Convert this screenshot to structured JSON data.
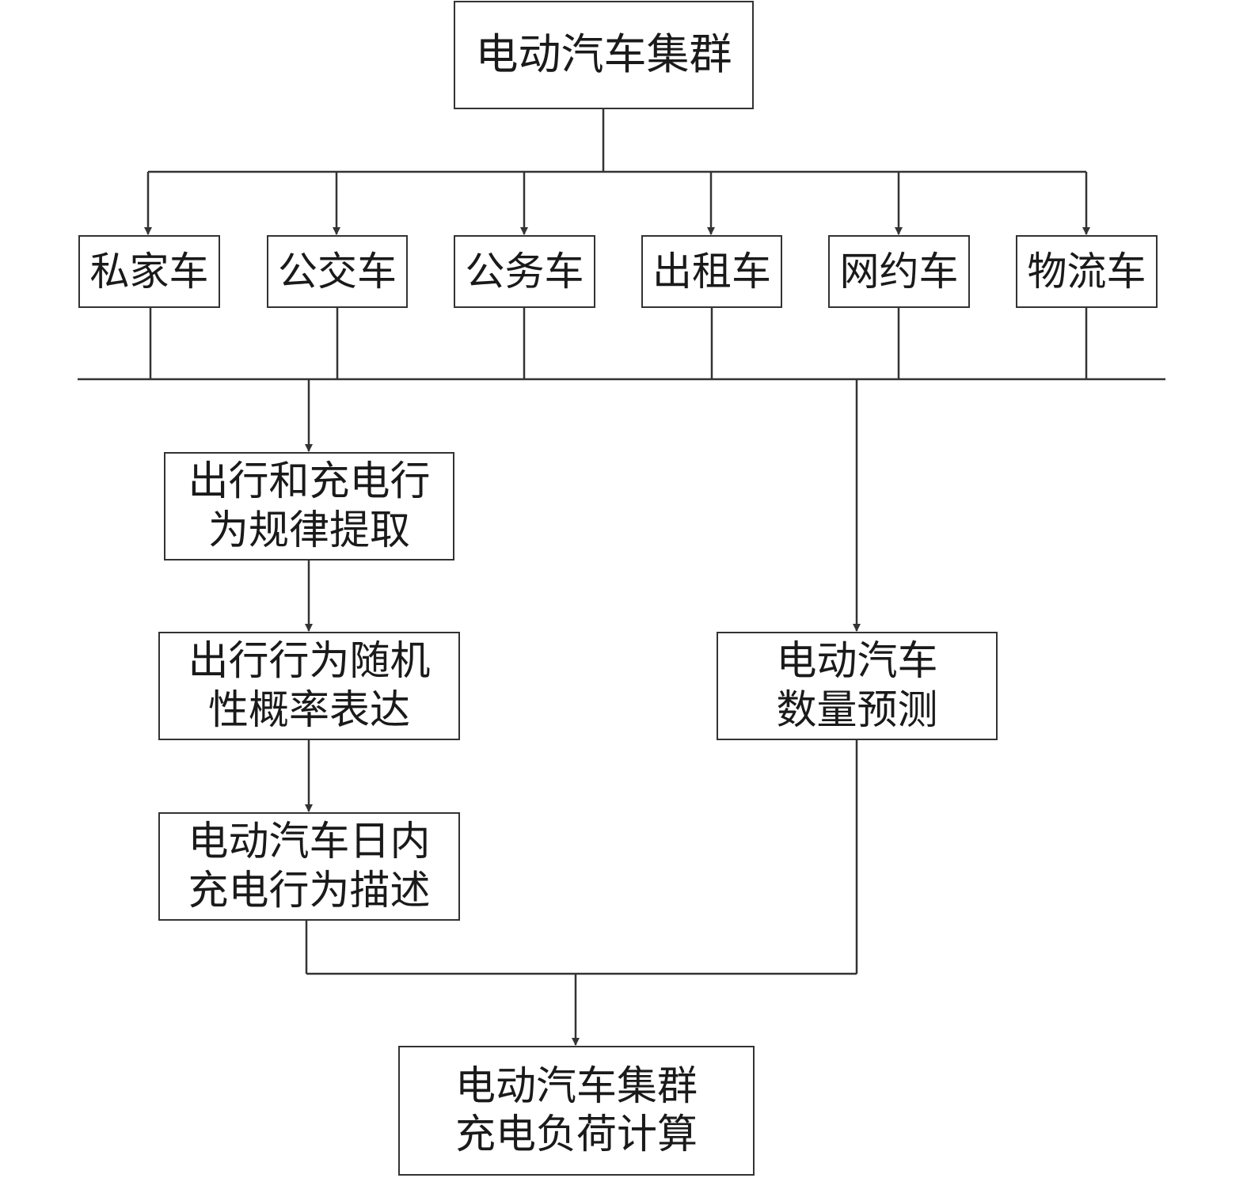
{
  "root": {
    "label": "电动汽车集群"
  },
  "categories": [
    "私家车",
    "公交车",
    "公务车",
    "出租车",
    "网约车",
    "物流车"
  ],
  "left_branch": [
    {
      "lines": [
        "出行和充电行",
        "为规律提取"
      ]
    },
    {
      "lines": [
        "出行行为随机",
        "性概率表达"
      ]
    },
    {
      "lines": [
        "电动汽车日内",
        "充电行为描述"
      ]
    }
  ],
  "right_branch": {
    "lines": [
      "电动汽车",
      "数量预测"
    ]
  },
  "result": {
    "lines": [
      "电动汽车集群",
      "充电负荷计算"
    ]
  },
  "colors": {
    "line": "#333333",
    "text": "#1a1a1a",
    "background": "#ffffff"
  }
}
